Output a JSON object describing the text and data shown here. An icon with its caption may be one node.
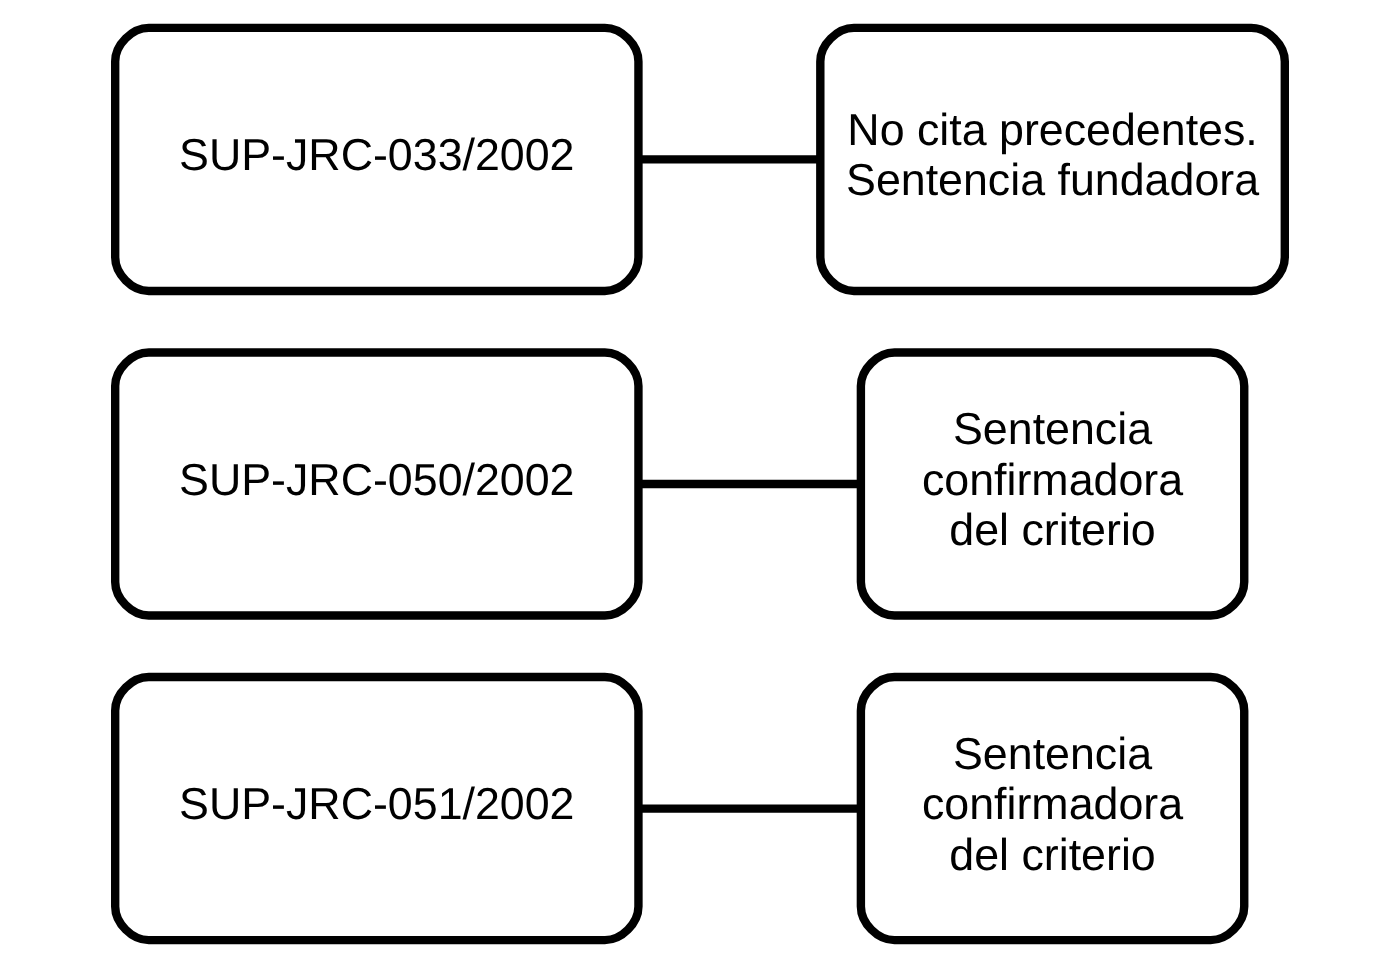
{
  "diagram": {
    "nodes": [
      {
        "text": [
          "SUP-JRC-051/2002"
        ]
      },
      {
        "text": [
          "Sentencia confirmadora del criterio"
        ]
      },
      {
        "text": [
          "SUP-JRC-050/2002"
        ]
      },
      {
        "text": [
          "Sentencia confirmadora del criterio"
        ]
      },
      {
        "text": [
          "SUP-JRC-033/2002"
        ]
      },
      {
        "text": [
          "No cita precedentes. Sentencia fundadora"
        ]
      }
    ],
    "edges": [
      {
        "from": 0,
        "to": 1,
        "arrow": "none"
      },
      {
        "from": 2,
        "to": 3,
        "arrow": "none"
      },
      {
        "from": 4,
        "to": 5,
        "arrow": "none"
      }
    ]
  }
}
